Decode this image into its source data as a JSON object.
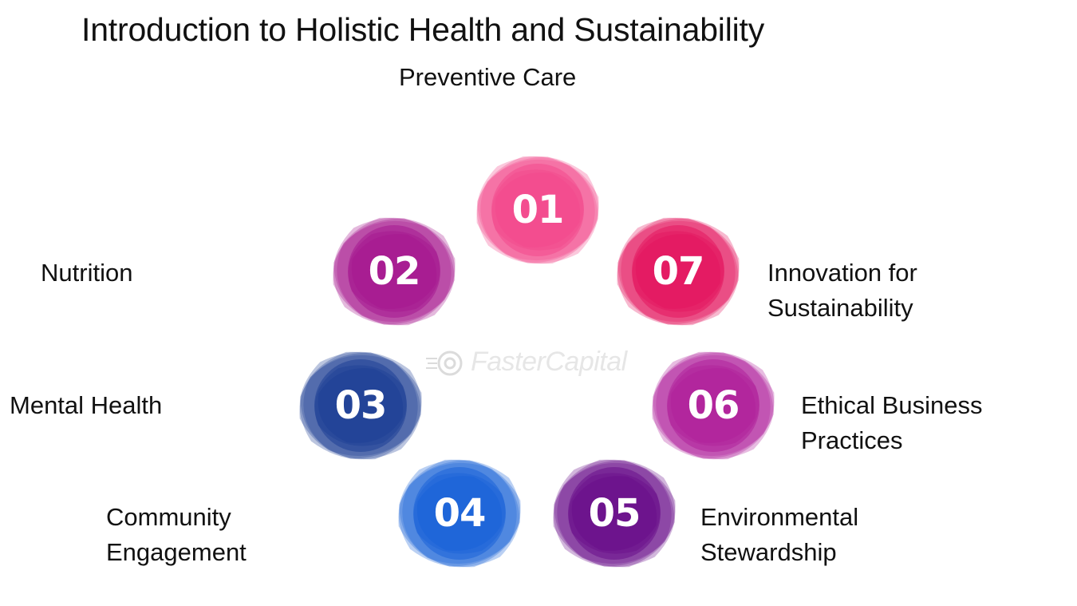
{
  "title": "Introduction to Holistic Health and Sustainability",
  "watermark": "FasterCapital",
  "items": [
    {
      "number": "01",
      "label": [
        "Preventive Care"
      ],
      "color": "#f2498c"
    },
    {
      "number": "02",
      "label": [
        "Nutrition"
      ],
      "color": "#a5178f"
    },
    {
      "number": "03",
      "label": [
        "Mental Health"
      ],
      "color": "#1d3f96"
    },
    {
      "number": "04",
      "label": [
        "Community",
        "Engagement"
      ],
      "color": "#1a62d8"
    },
    {
      "number": "05",
      "label": [
        "Environmental",
        "Stewardship"
      ],
      "color": "#6a0f8a"
    },
    {
      "number": "06",
      "label": [
        "Ethical Business",
        "Practices"
      ],
      "color": "#b0219a"
    },
    {
      "number": "07",
      "label": [
        "Innovation for",
        "Sustainability"
      ],
      "color": "#e4165f"
    }
  ]
}
